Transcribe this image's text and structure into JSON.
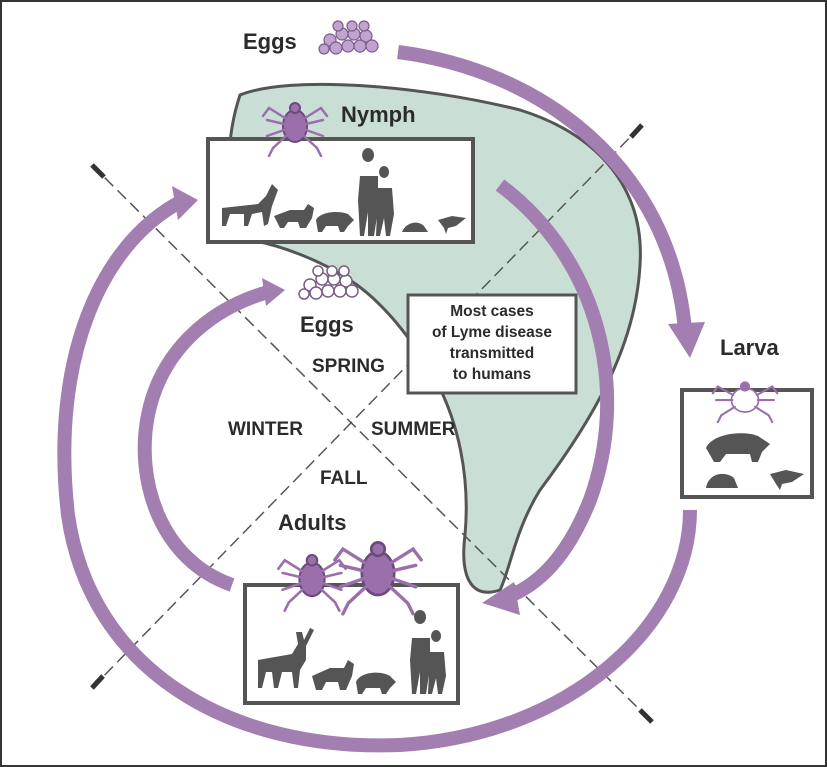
{
  "diagram": {
    "labels": {
      "eggs_top": "Eggs",
      "nymph": "Nymph",
      "larva": "Larva",
      "eggs_center": "Eggs",
      "adults": "Adults"
    },
    "seasons": {
      "spring": "SPRING",
      "summer": "SUMMER",
      "fall": "FALL",
      "winter": "WINTER"
    },
    "note_lines": [
      "Most cases",
      "of Lyme disease",
      "transmitted",
      "to humans"
    ],
    "colors": {
      "arrow": "#a27fb0",
      "tick": "#b48ec2",
      "region": "#c9dfd6",
      "box_border": "#555555",
      "silhouette": "#555555",
      "text": "#2b2b2b"
    }
  }
}
